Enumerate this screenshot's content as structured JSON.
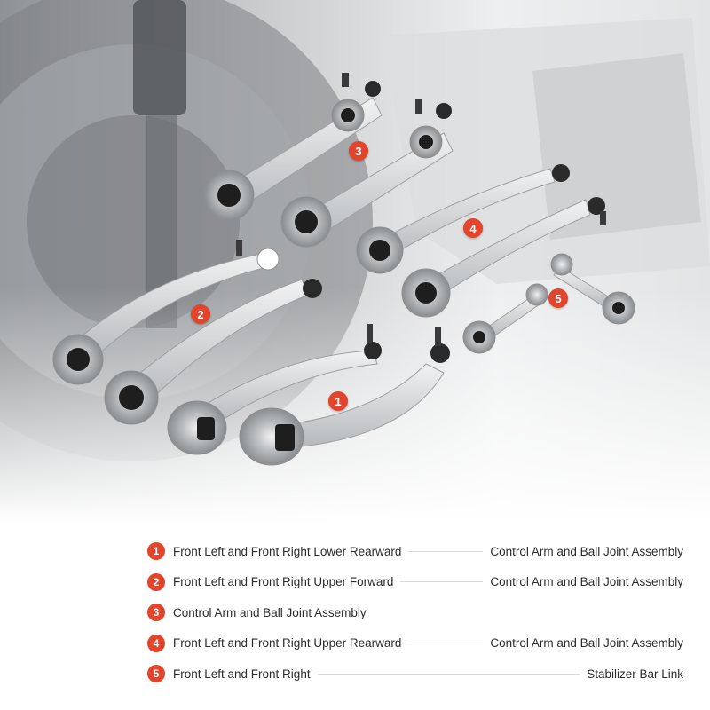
{
  "colors": {
    "accent": "#e2442c",
    "text": "#2b2b2b",
    "leader": "#d9d9d9",
    "metal": "#d4d7da",
    "bushing": "#1e1e1e"
  },
  "markers": [
    "1",
    "2",
    "3",
    "4",
    "5"
  ],
  "legend": [
    {
      "num": "1",
      "left": "Front Left and Front Right Lower Rearward",
      "right": "Control Arm and Ball Joint Assembly"
    },
    {
      "num": "2",
      "left": "Front Left and Front Right Upper Forward",
      "right": "Control Arm and Ball Joint Assembly"
    },
    {
      "num": "3",
      "left": "Control Arm and Ball Joint Assembly",
      "right": ""
    },
    {
      "num": "4",
      "left": "Front Left and Front Right Upper Rearward",
      "right": "Control Arm and Ball Joint Assembly"
    },
    {
      "num": "5",
      "left": "Front Left and Front Right",
      "right": "Stabilizer Bar Link"
    }
  ]
}
